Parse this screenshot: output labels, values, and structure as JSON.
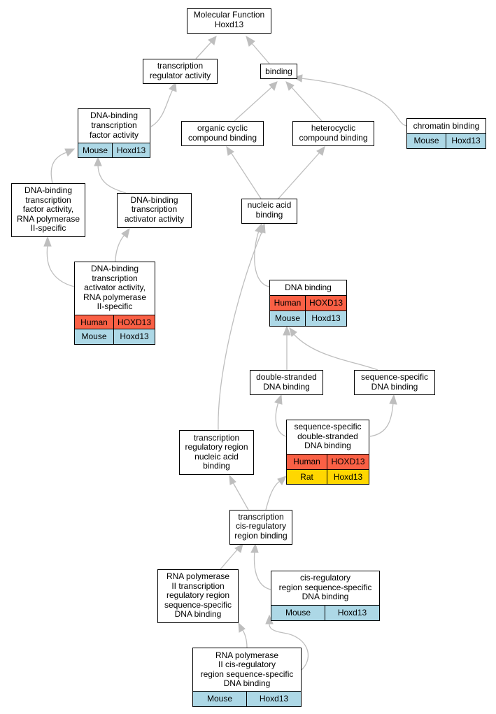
{
  "colors": {
    "human": "#fa6045",
    "mouse": "#add8e6",
    "rat": "#ffd700",
    "edge": "#bebebe"
  },
  "nodes": {
    "mf": {
      "lines": [
        "Molecular Function",
        "Hoxd13"
      ],
      "rows": []
    },
    "tra": {
      "lines": [
        "transcription",
        "regulator activity"
      ],
      "rows": []
    },
    "binding": {
      "lines": [
        "binding"
      ],
      "rows": []
    },
    "dbtfa": {
      "lines": [
        "DNA-binding",
        "transcription",
        "factor activity"
      ],
      "rows": [
        [
          "Mouse",
          "Hoxd13"
        ]
      ]
    },
    "ocb": {
      "lines": [
        "organic cyclic",
        "compound binding"
      ],
      "rows": []
    },
    "hcb": {
      "lines": [
        "heterocyclic",
        "compound binding"
      ],
      "rows": []
    },
    "chrom": {
      "lines": [
        "chromatin binding"
      ],
      "rows": [
        [
          "Mouse",
          "Hoxd13"
        ]
      ]
    },
    "dbtfa2": {
      "lines": [
        "DNA-binding",
        "transcription",
        "factor activity,",
        "RNA polymerase",
        "II-specific"
      ],
      "rows": []
    },
    "dbtaa": {
      "lines": [
        "DNA-binding",
        "transcription",
        "activator activity"
      ],
      "rows": []
    },
    "nab": {
      "lines": [
        "nucleic acid",
        "binding"
      ],
      "rows": []
    },
    "dbtaa2": {
      "lines": [
        "DNA-binding",
        "transcription",
        "activator activity,",
        "RNA polymerase",
        "II-specific"
      ],
      "rows": [
        [
          "Human",
          "HOXD13"
        ],
        [
          "Mouse",
          "Hoxd13"
        ]
      ]
    },
    "dnab": {
      "lines": [
        "DNA binding"
      ],
      "rows": [
        [
          "Human",
          "HOXD13"
        ],
        [
          "Mouse",
          "Hoxd13"
        ]
      ]
    },
    "dsdna": {
      "lines": [
        "double-stranded",
        "DNA binding"
      ],
      "rows": []
    },
    "ssdna": {
      "lines": [
        "sequence-specific",
        "DNA binding"
      ],
      "rows": []
    },
    "trrnab": {
      "lines": [
        "transcription",
        "regulatory region",
        "nucleic acid",
        "binding"
      ],
      "rows": []
    },
    "ssds": {
      "lines": [
        "sequence-specific",
        "double-stranded",
        "DNA binding"
      ],
      "rows": [
        [
          "Human",
          "HOXD13"
        ],
        [
          "Rat",
          "Hoxd13"
        ]
      ]
    },
    "tcrb": {
      "lines": [
        "transcription",
        "cis-regulatory",
        "region binding"
      ],
      "rows": []
    },
    "rnap2": {
      "lines": [
        "RNA polymerase",
        "II transcription",
        "regulatory region",
        "sequence-specific",
        "DNA binding"
      ],
      "rows": []
    },
    "crss": {
      "lines": [
        "cis-regulatory",
        "region sequence-specific",
        "DNA binding"
      ],
      "rows": [
        [
          "Mouse",
          "Hoxd13"
        ]
      ]
    },
    "rnap2cis": {
      "lines": [
        "RNA polymerase",
        "II cis-regulatory",
        "region sequence-specific",
        "DNA binding"
      ],
      "rows": [
        [
          "Mouse",
          "Hoxd13"
        ]
      ]
    }
  }
}
